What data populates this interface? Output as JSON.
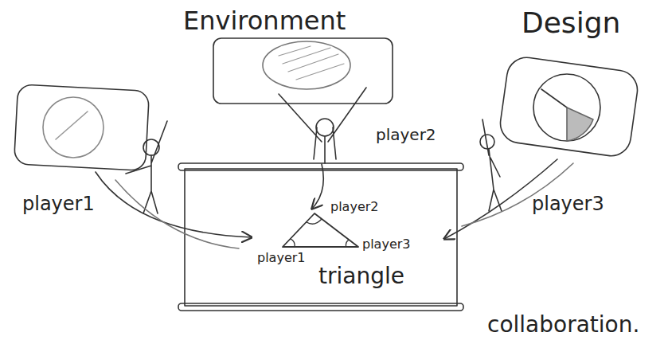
{
  "diagram": {
    "nodes": [
      {
        "text": [
          "player2",
          "player1",
          "player3",
          "triangle"
        ]
      }
    ],
    "labels": [
      "Environment",
      "Design",
      "player2",
      "player1",
      "player3",
      "collaboration."
    ]
  }
}
